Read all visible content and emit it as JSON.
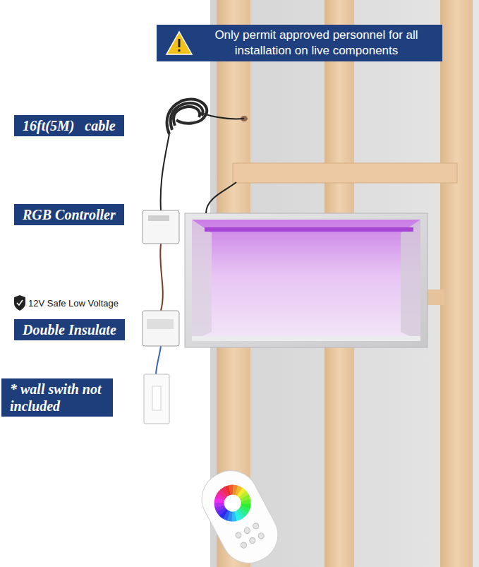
{
  "diagram": {
    "nodes": [
      {
        "text": [
          "Only permit approved personnel for all installation on live components"
        ]
      },
      {
        "text": [
          "16ft(5M)   cable"
        ]
      },
      {
        "text": [
          "RGB Controller"
        ]
      },
      {
        "text": [
          "Double Insulate"
        ]
      },
      {
        "text": [
          "* wall swith not included"
        ]
      }
    ],
    "labels": [
      "12V Safe Low Voltage"
    ]
  }
}
